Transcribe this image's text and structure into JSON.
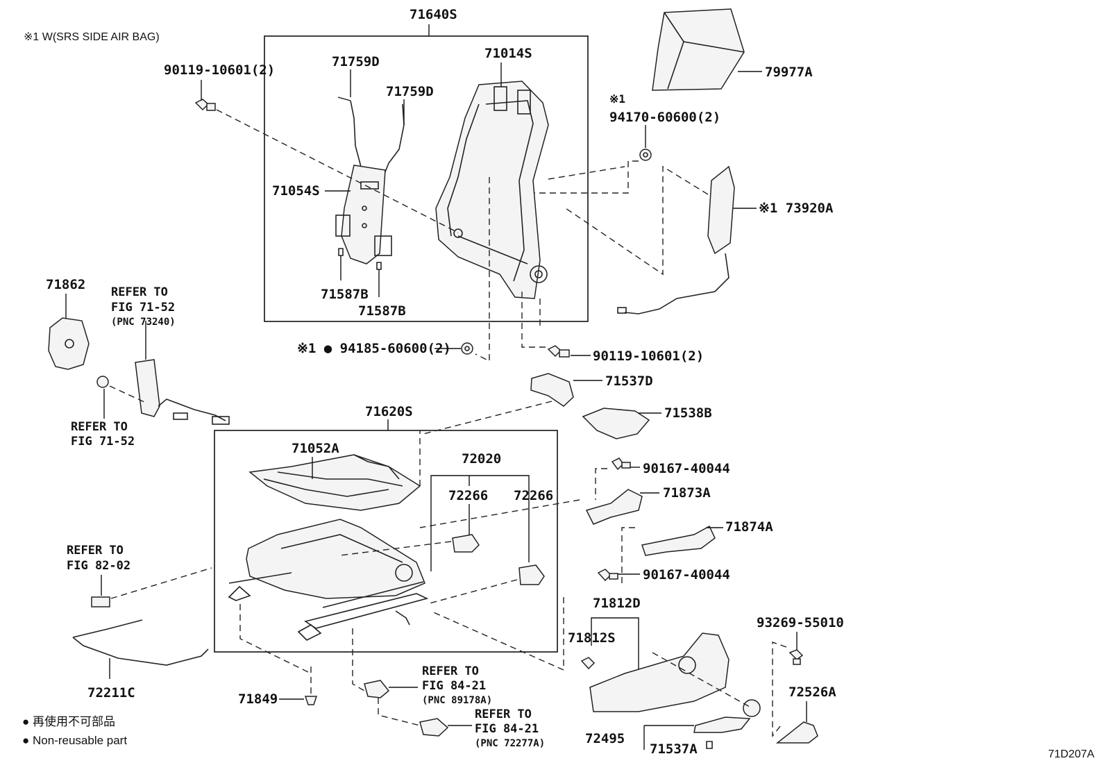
{
  "header_note": "※1 W(SRS SIDE AIR BAG)",
  "assemblies": {
    "seatback_frame": "71640S",
    "cushion_frame": "71620S",
    "adjuster_group": "72020",
    "lumbar_group": "71812D"
  },
  "labels": {
    "p71759d_a": "71759D",
    "p71759d_b": "71759D",
    "p71014s": "71014S",
    "p71054s": "71054S",
    "p71587b_a": "71587B",
    "p71587b_b": "71587B",
    "p79977a": "79977A",
    "p90119_top": "90119-10601(2)",
    "mark1_top": "※1",
    "p94170": "94170-60600(2)",
    "p73920a": "※1 73920A",
    "p71862": "71862",
    "p94185": "※1 ● 94185-60600(2)",
    "p90119_mid": "90119-10601(2)",
    "p71537d": "71537D",
    "p71538b": "71538B",
    "p71052a": "71052A",
    "p72266_a": "72266",
    "p72266_b": "72266",
    "p90167_a": "90167-40044",
    "p71873a": "71873A",
    "p71874a": "71874A",
    "p90167_b": "90167-40044",
    "p71812s": "71812S",
    "p93269": "93269-55010",
    "p72211c": "72211C",
    "p71849": "71849",
    "p72526a": "72526A",
    "p72495": "72495",
    "p71537a": "71537A"
  },
  "references": {
    "r1_l1": "REFER TO",
    "r1_l2": "FIG 71-52",
    "r1_l3": "(PNC 73240)",
    "r2_l1": "REFER TO",
    "r2_l2": "FIG 71-52",
    "r3_l1": "REFER TO",
    "r3_l2": "FIG 82-02",
    "r4_l1": "REFER TO",
    "r4_l2": "FIG 84-21",
    "r4_l3": "(PNC 89178A)",
    "r5_l1": "REFER TO",
    "r5_l2": "FIG 84-21",
    "r5_l3": "(PNC 72277A)"
  },
  "legend": {
    "line1": "● 再使用不可部品",
    "line2": "● Non-reusable part"
  },
  "figure_id": "71D207A"
}
